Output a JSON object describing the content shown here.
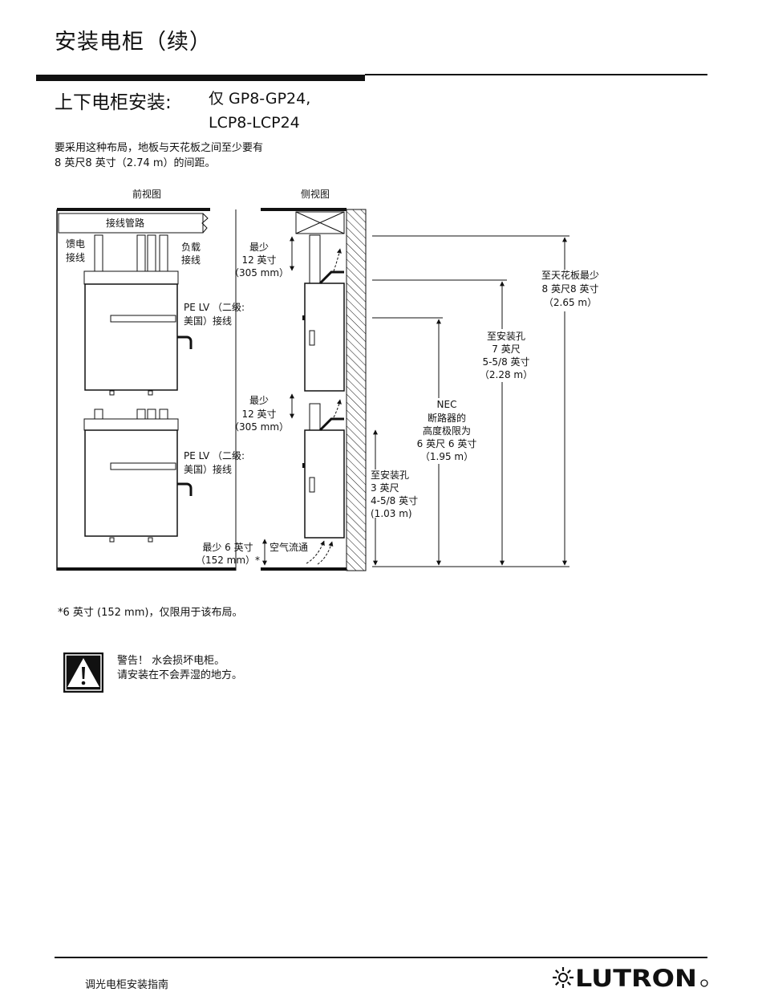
{
  "header": {
    "title": "安装电柜（续）"
  },
  "section": {
    "heading": "上下电柜安装:",
    "models_line1": "仅 GP8-GP24,",
    "models_line2": "LCP8-LCP24"
  },
  "intro": {
    "line1": "要采用这种布局，地板与天花板之间至少要有",
    "line2": "8 英尺8 英寸（2.74 m）的间距。"
  },
  "diagram": {
    "front_view_label": "前视图",
    "side_view_label": "侧视图",
    "conduit_label": "接线管路",
    "feed_wiring_line1": "馈电",
    "feed_wiring_line2": "接线",
    "load_wiring_line1": "负载",
    "load_wiring_line2": "接线",
    "pelv_line1": "PE LV （二级:",
    "pelv_line2": "美国）接线",
    "min12_line1": "最少",
    "min12_line2": "12 英寸",
    "min12_line3": "（305 mm）",
    "min6_line1": "最少 6 英寸",
    "min6_line2": "（152 mm）*",
    "airflow_label": "空气流通",
    "to_ceiling_line1": "至天花板最少",
    "to_ceiling_line2": "8 英尺8 英寸",
    "to_ceiling_line3": "（2.65 m）",
    "to_hole_upper_line1": "至安装孔",
    "to_hole_upper_line2": "7 英尺",
    "to_hole_upper_line3": "5-5/8 英寸",
    "to_hole_upper_line4": "（2.28 m）",
    "nec_line1": "NEC",
    "nec_line2": "断路器的",
    "nec_line3": "高度极限为",
    "nec_line4": "6 英尺 6 英寸",
    "nec_line5": "（1.95 m）",
    "to_hole_lower_line1": "至安装孔",
    "to_hole_lower_line2": "3 英尺",
    "to_hole_lower_line3": "4-5/8 英寸",
    "to_hole_lower_line4": "(1.03 m)"
  },
  "footnote": "*6 英寸 (152 mm)，仅限用于该布局。",
  "warning": {
    "icon": "warning-triangle-icon",
    "line1": "警告！ 水会损坏电柜。",
    "line2": "请安装在不会弄湿的地方。"
  },
  "footer": {
    "title": "调光电柜安装指南",
    "brand": "LUTRON"
  }
}
